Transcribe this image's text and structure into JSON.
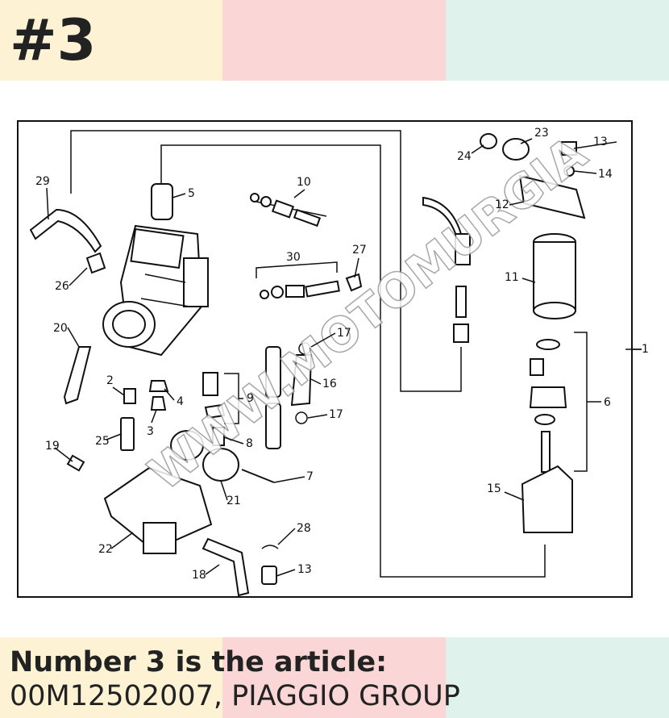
{
  "badge": "#3",
  "caption": {
    "line1": "Number 3 is the article:",
    "line2": "00M12502007, PIAGGIO GROUP"
  },
  "watermark": "WWW.MOTOMURGIA",
  "callouts": [
    "1",
    "2",
    "3",
    "4",
    "5",
    "6",
    "7",
    "8",
    "9",
    "10",
    "11",
    "12",
    "13",
    "13",
    "14",
    "15",
    "16",
    "17",
    "17",
    "18",
    "19",
    "20",
    "21",
    "22",
    "23",
    "24",
    "25",
    "26",
    "27",
    "28",
    "29",
    "30"
  ],
  "colors": {
    "band_yellow": "#fdf3d4",
    "band_pink": "#fad7d6",
    "band_mint": "#e0f2ec",
    "callout_highlight": "#f4f19a"
  }
}
